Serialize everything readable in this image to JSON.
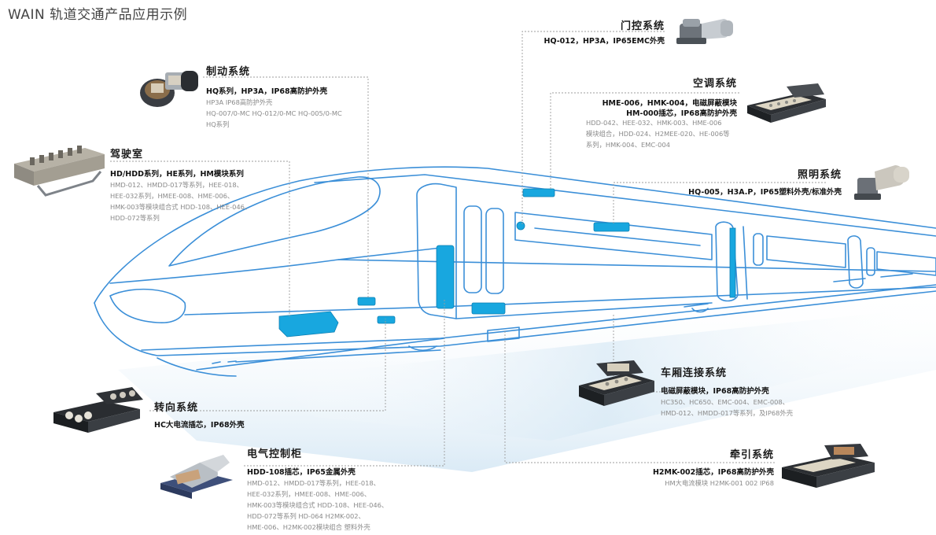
{
  "page_title": "WAIN 轨道交通产品应用示例",
  "colors": {
    "train_outline": "#3b8fd8",
    "highlight": "#18a7df",
    "leader": "#9c9c9c"
  },
  "callouts": {
    "door": {
      "heading": "门控系统",
      "subtitle": "HQ-012，HP3A，IP65EMC外壳",
      "icon": "hood-connector-icon"
    },
    "brake": {
      "heading": "制动系统",
      "subtitle": "HQ系列，HP3A，IP68高防护外壳",
      "desc": [
        "HP3A IP68高防护外壳",
        "HQ-007/0-MC  HQ-012/0-MC  HQ-005/0-MC",
        "HQ系列"
      ],
      "icon": "round-connector-icon"
    },
    "aircon": {
      "heading": "空调系统",
      "subtitle": [
        "HME-006，HMK-004，电磁屏蔽模块",
        "HM-000插芯，IP68高防护外壳"
      ],
      "desc": [
        "HDD-042、HEE-032、HMK-003、HME-006",
        "模块组合，HDD-024、H2MEE-020、HE-006等",
        "系列，HMK-004、EMC-004"
      ],
      "icon": "modular-connector-icon"
    },
    "cab": {
      "heading": "驾驶室",
      "subtitle": "HD/HDD系列，HE系列，HM模块系列",
      "desc": [
        "HMD-012、HMDD-017等系列，HEE-018、",
        "HEE-032系列，HMEE-008、HME-006、",
        "HMK-003等模块组合式  HDD-108、HEE-046、",
        "HDD-072等系列"
      ],
      "icon": "terminal-block-icon"
    },
    "lighting": {
      "heading": "照明系统",
      "subtitle": "HQ-005，H3A.P，IP65塑料外壳/标准外壳",
      "icon": "plastic-hood-icon"
    },
    "coupling": {
      "heading": "车厢连接系统",
      "subtitle": "电磁屏蔽模块，IP68高防护外壳",
      "desc": [
        "HC350、HC650、EMC-004、EMC-008、",
        "HMD-012、HMDD-017等系列，及IP68外壳"
      ],
      "icon": "shielded-connector-icon"
    },
    "steering": {
      "heading": "转向系统",
      "subtitle": "HC大电流插芯，IP68外壳",
      "icon": "high-current-connector-icon"
    },
    "traction": {
      "heading": "牵引系统",
      "subtitle": "H2MK-002插芯，IP68高防护外壳",
      "desc": [
        "HM大电流模块 H2MK-001 002  IP68"
      ],
      "icon": "traction-connector-icon"
    },
    "cabinet": {
      "heading": "电气控制柜",
      "subtitle": "HDD-108插芯，IP65金属外壳",
      "desc": [
        "HMD-012、HMDD-017等系列，HEE-018、",
        "HEE-032系列，HMEE-008、HME-006、",
        "HMK-003等模块组合式 HDD-108、HEE-046、",
        "HDD-072等系列 HD-064 H2MK-002、",
        "HME-006、H2MK-002模块组合 塑料外壳"
      ],
      "icon": "metal-hood-icon"
    }
  }
}
